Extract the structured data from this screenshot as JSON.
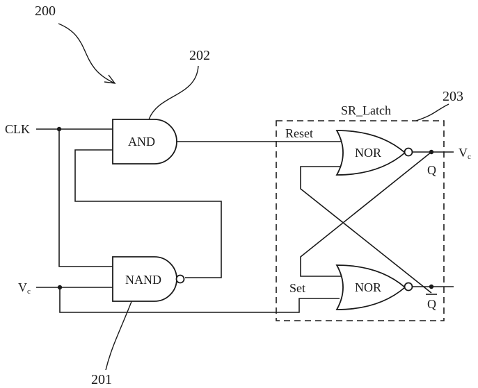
{
  "figure_ref": "200",
  "blocks": {
    "and_gate": {
      "ref": "202",
      "label": "AND"
    },
    "nand_gate": {
      "ref": "201",
      "label": "NAND"
    },
    "sr_latch": {
      "ref": "203",
      "title": "SR_Latch",
      "reset_label": "Reset",
      "set_label": "Set",
      "nor_top_label": "NOR",
      "nor_bottom_label": "NOR"
    }
  },
  "inputs": {
    "clk": "CLK",
    "vc_main": "V",
    "vc_sub": "c"
  },
  "outputs": {
    "q": "Q",
    "q_bar": "Q",
    "vc_main": "V",
    "vc_sub": "c"
  }
}
